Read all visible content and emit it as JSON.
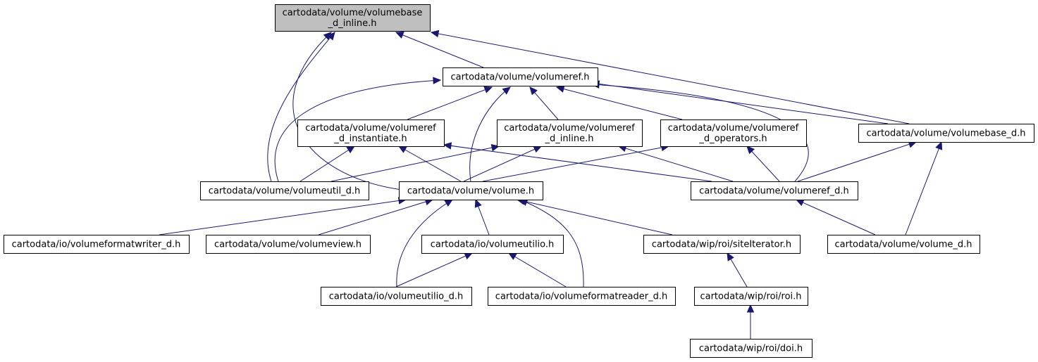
{
  "colors": {
    "edge": "#191970",
    "node_border": "#000000",
    "node_fill": "#ffffff",
    "root_fill": "#bfbfbf"
  },
  "nodes": [
    {
      "id": "n0",
      "lines": [
        "cartodata/volume/volumebase",
        "_d_inline.h"
      ],
      "root": true
    },
    {
      "id": "n1",
      "lines": [
        "cartodata/volume/volumeref.h"
      ]
    },
    {
      "id": "n2",
      "lines": [
        "cartodata/volume/volumeref",
        "_d_instantiate.h"
      ]
    },
    {
      "id": "n3",
      "lines": [
        "cartodata/volume/volumeref",
        "_d_inline.h"
      ]
    },
    {
      "id": "n4",
      "lines": [
        "cartodata/volume/volumeref",
        "_d_operators.h"
      ]
    },
    {
      "id": "n5",
      "lines": [
        "cartodata/volume/volumebase_d.h"
      ]
    },
    {
      "id": "n6",
      "lines": [
        "cartodata/volume/volumeutil_d.h"
      ]
    },
    {
      "id": "n7",
      "lines": [
        "cartodata/volume/volume.h"
      ]
    },
    {
      "id": "n8",
      "lines": [
        "cartodata/volume/volumeref_d.h"
      ]
    },
    {
      "id": "n9",
      "lines": [
        "cartodata/io/volumeformatwriter_d.h"
      ]
    },
    {
      "id": "n10",
      "lines": [
        "cartodata/volume/volumeview.h"
      ]
    },
    {
      "id": "n11",
      "lines": [
        "cartodata/io/volumeutilio.h"
      ]
    },
    {
      "id": "n12",
      "lines": [
        "cartodata/wip/roi/siteIterator.h"
      ]
    },
    {
      "id": "n13",
      "lines": [
        "cartodata/volume/volume_d.h"
      ]
    },
    {
      "id": "n14",
      "lines": [
        "cartodata/io/volumeutilio_d.h"
      ]
    },
    {
      "id": "n15",
      "lines": [
        "cartodata/io/volumeformatreader_d.h"
      ]
    },
    {
      "id": "n16",
      "lines": [
        "cartodata/wip/roi/roi.h"
      ]
    },
    {
      "id": "n17",
      "lines": [
        "cartodata/wip/roi/doi.h"
      ]
    }
  ],
  "edges": [
    {
      "from": "n1",
      "to": "n0"
    },
    {
      "from": "n5",
      "to": "n0"
    },
    {
      "from": "n6",
      "to": "n0"
    },
    {
      "from": "n7",
      "to": "n0"
    },
    {
      "from": "n2",
      "to": "n1"
    },
    {
      "from": "n3",
      "to": "n1"
    },
    {
      "from": "n4",
      "to": "n1"
    },
    {
      "from": "n5",
      "to": "n1"
    },
    {
      "from": "n6",
      "to": "n1"
    },
    {
      "from": "n7",
      "to": "n1"
    },
    {
      "from": "n8",
      "to": "n1"
    },
    {
      "from": "n6",
      "to": "n2"
    },
    {
      "from": "n7",
      "to": "n2"
    },
    {
      "from": "n8",
      "to": "n2"
    },
    {
      "from": "n6",
      "to": "n3"
    },
    {
      "from": "n7",
      "to": "n3"
    },
    {
      "from": "n8",
      "to": "n3"
    },
    {
      "from": "n7",
      "to": "n4"
    },
    {
      "from": "n8",
      "to": "n4"
    },
    {
      "from": "n8",
      "to": "n5"
    },
    {
      "from": "n13",
      "to": "n5"
    },
    {
      "from": "n9",
      "to": "n7"
    },
    {
      "from": "n10",
      "to": "n7"
    },
    {
      "from": "n11",
      "to": "n7"
    },
    {
      "from": "n12",
      "to": "n7"
    },
    {
      "from": "n14",
      "to": "n7"
    },
    {
      "from": "n15",
      "to": "n7"
    },
    {
      "from": "n13",
      "to": "n8"
    },
    {
      "from": "n14",
      "to": "n11"
    },
    {
      "from": "n15",
      "to": "n11"
    },
    {
      "from": "n16",
      "to": "n12"
    },
    {
      "from": "n17",
      "to": "n16"
    }
  ]
}
